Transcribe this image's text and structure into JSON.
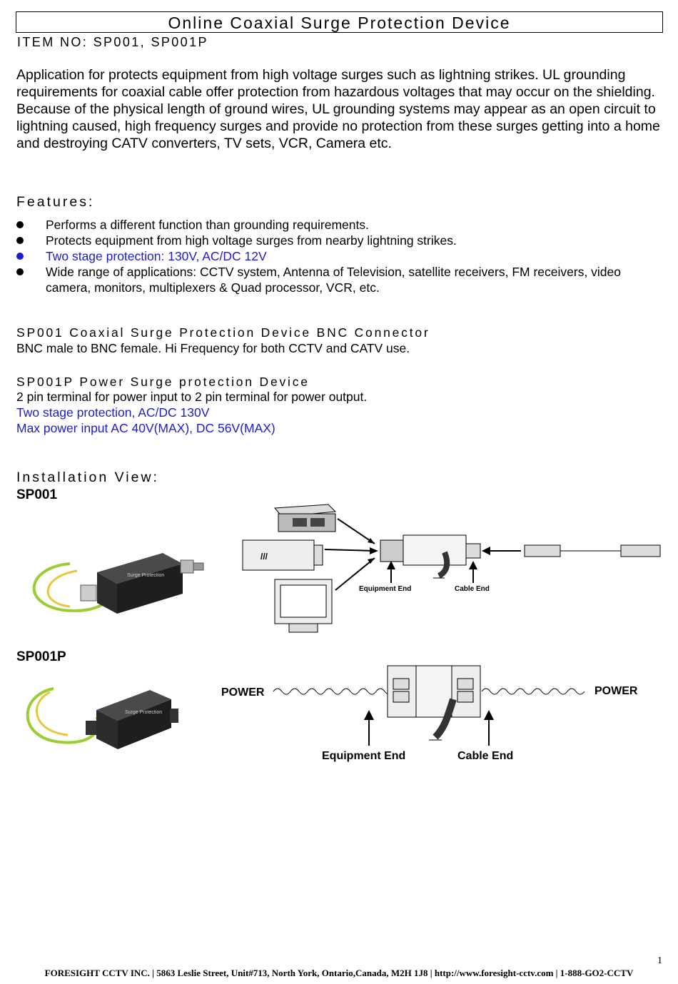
{
  "title": "Online Coaxial Surge Protection Device",
  "item_no": "ITEM NO:   SP001, SP001P",
  "application": "Application for protects equipment from high voltage surges such as lightning strikes.   UL grounding requirements for coaxial cable offer protection from hazardous voltages that may occur on the shielding.   Because of the physical length of ground wires, UL grounding systems may appear as an open circuit to lightning caused, high frequency surges and provide no protection from these surges getting into a home and destroying CATV converters, TV sets, VCR, Camera etc.",
  "features_heading": "Features:",
  "features": [
    "Performs a different function than grounding requirements.",
    "Protects equipment from high voltage surges from nearby lightning strikes.",
    "Two stage protection: 130V, AC/DC 12V",
    "Wide range of applications: CCTV system, Antenna of Television, satellite receivers, FM receivers, video camera, monitors, multiplexers & Quad processor, VCR, etc."
  ],
  "sp001": {
    "heading": "SP001    Coaxial Surge Protection Device BNC Connector",
    "desc": "BNC male to BNC female. Hi Frequency for both CCTV and CATV use."
  },
  "sp001p": {
    "heading": "SP001P    Power Surge protection Device",
    "desc": "2 pin terminal for power input to 2 pin terminal for power output.",
    "spec1": "Two stage protection, AC/DC 130V",
    "spec2": "Max power input AC 40V(MAX), DC 56V(MAX)"
  },
  "install_heading": "Installation View:",
  "install_sp001_label": "SP001",
  "install_sp001p_label": "SP001P",
  "diagram1": {
    "device_label": "Surge Protection",
    "equipment_end": "Equipment End",
    "cable_end": "Cable End"
  },
  "diagram2": {
    "device_label": "Surge Protection",
    "power_left": "POWER",
    "power_right": "POWER",
    "equipment_end": "Equipment End",
    "cable_end": "Cable End"
  },
  "page_number": "1",
  "footer": "FORESIGHT CCTV INC. | 5863 Leslie Street, Unit#713, North York, Ontario,Canada, M2H 1J8 | http://www.foresight-cctv.com | 1-888-GO2-CCTV"
}
